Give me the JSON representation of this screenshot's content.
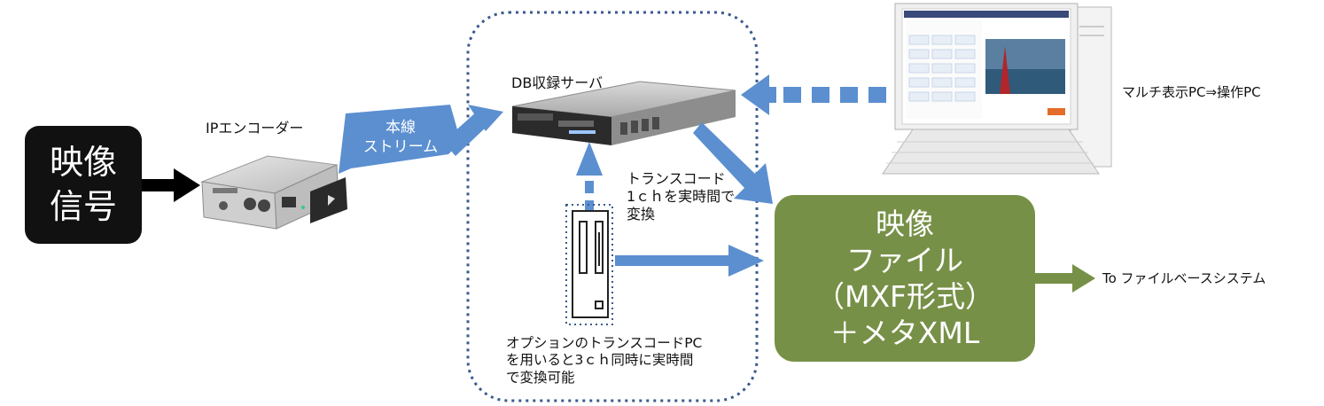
{
  "signal_box": {
    "line1": "映像",
    "line2": "信号"
  },
  "encoder": {
    "label": "IPエンコーダー"
  },
  "stream": {
    "line1": "本線",
    "line2": "ストリーム"
  },
  "server": {
    "label": "DB収録サーバ"
  },
  "pc": {
    "label": "マルチ表示PC⇒操作PC"
  },
  "transcode_note": {
    "line1": "トランスコード",
    "line2": "1ｃｈを実時間で",
    "line3": "変換"
  },
  "option_note": {
    "line1": "オプションのトランスコードPC",
    "line2": "を用いると3ｃｈ同時に実時間",
    "line3": "で変換可能"
  },
  "file_box": {
    "line1": "映像",
    "line2": "ファイル",
    "line3": "（MXF形式）",
    "line4": "＋メタXML"
  },
  "output": {
    "label": "To ファイルベースシステム"
  },
  "colors": {
    "arrow_blue": "#5b8fd0",
    "box_green": "#779047",
    "box_black": "#111111",
    "dotted_border": "#3a5a8c"
  }
}
